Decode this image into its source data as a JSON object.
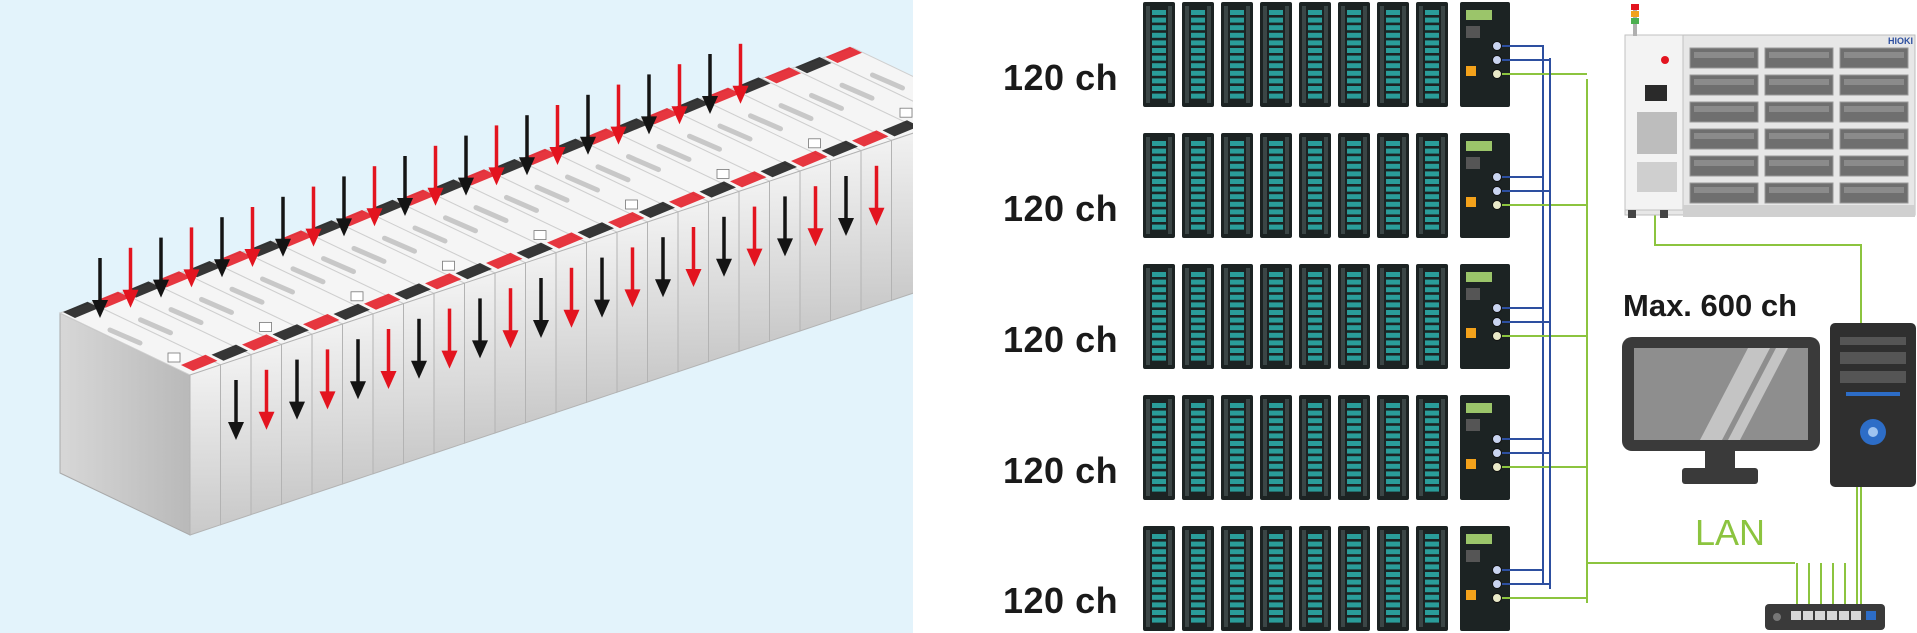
{
  "battery_module": {
    "cell_count": 26,
    "probe_count": 44,
    "colors": {
      "background": "#e3f3fb",
      "cell_body": "#e2e2e2",
      "cell_top": "#f5f5f5",
      "probe_red": "#e3141f",
      "probe_black": "#141414"
    }
  },
  "system": {
    "channel_groups": [
      {
        "label": "120 ch"
      },
      {
        "label": "120 ch"
      },
      {
        "label": "120 ch"
      },
      {
        "label": "120 ch"
      },
      {
        "label": "120 ch"
      }
    ],
    "modules_per_rack": 8,
    "max_label": "Max. 600 ch",
    "network_label": "LAN",
    "controller_brand": "HIOKI",
    "colors": {
      "module_teal": "#2a9d9a",
      "module_dark": "#1c2323",
      "lan_green": "#8cc43f",
      "link_blue": "#2d4fa0",
      "pc_dark": "#2f2f2f"
    }
  }
}
